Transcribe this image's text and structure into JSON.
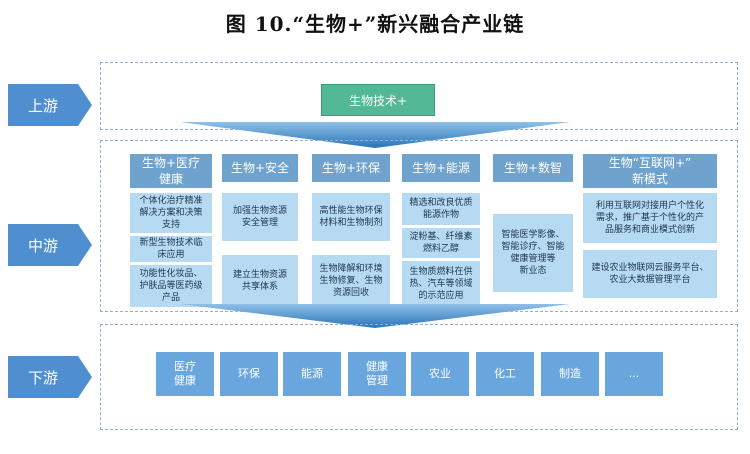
{
  "title": "图 10.“生物+”新兴融合产业链",
  "stages": {
    "upstream": "上游",
    "midstream": "中游",
    "downstream": "下游"
  },
  "upstream_box": "生物技术+",
  "categories": [
    {
      "header": "生物+医疗\n健康",
      "items": [
        "个体化治疗精准\n解决方案和决策\n支持",
        "新型生物技术临\n床应用",
        "功能性化妆品、\n护肤品等医药级\n产品"
      ]
    },
    {
      "header": "生物+安全",
      "items": [
        "加强生物资源\n安全管理",
        "建立生物资源\n共享体系"
      ]
    },
    {
      "header": "生物+环保",
      "items": [
        "高性能生物环保\n材料和生物制剂",
        "生物降解和环境\n生物修复、生物\n资源回收"
      ]
    },
    {
      "header": "生物+能源",
      "items": [
        "精选和改良优质\n能源作物",
        "淀粉基、纤维素\n燃料乙醇",
        "生物质燃料在供\n热、汽车等领域\n的示范应用"
      ]
    },
    {
      "header": "生物+数智",
      "items": [
        "智能医学影像、\n智能诊疗、智能\n健康管理等\n新业态"
      ]
    },
    {
      "header": "生物“互联网+”\n新模式",
      "items": [
        "利用互联网对接用户个性化\n需求，推广基于个性化的产\n品服务和商业模式创新",
        "建设农业物联网云服务平台、\n农业大数据管理平台"
      ]
    }
  ],
  "downstream": [
    "医疗\n健康",
    "环保",
    "能源",
    "健康\n管理",
    "农业",
    "化工",
    "制造",
    "..."
  ]
}
